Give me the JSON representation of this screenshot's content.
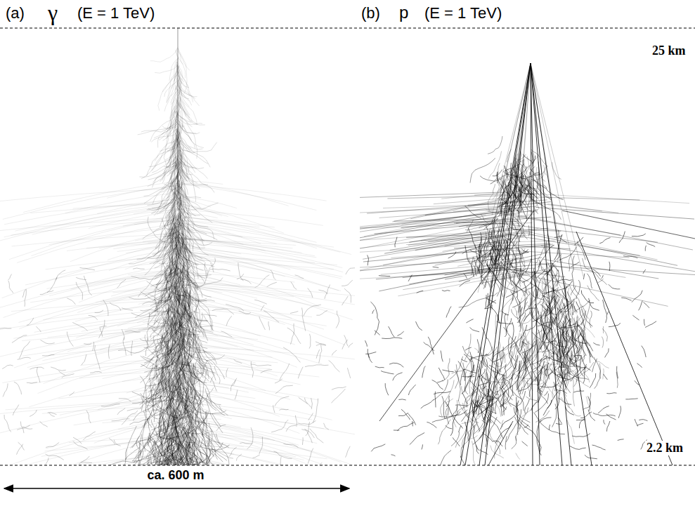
{
  "diagram": {
    "labels": [
      "(a)",
      "γ",
      "(E = 1 TeV)",
      "(b)",
      "p",
      "(E = 1 TeV)",
      "25 km",
      "2.2 km",
      "ca. 600 m"
    ]
  }
}
